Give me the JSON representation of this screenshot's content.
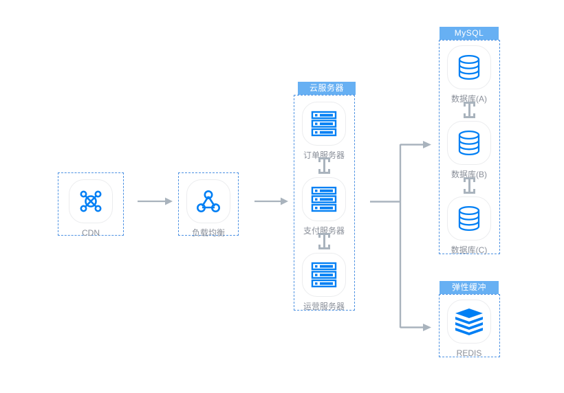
{
  "diagram": {
    "title": "cloud-architecture-diagram",
    "colors": {
      "icon_blue": "#007FF4",
      "header_blue": "#67b0f3",
      "dashed_blue": "#4a90e2",
      "arrow_gray": "#a9b3bd",
      "label_gray": "#8a8f99",
      "tile_border": "#ebecee"
    }
  },
  "nodes": {
    "cdn": {
      "label": "CDN",
      "icon": "cdn-network-icon"
    },
    "load_balancer": {
      "label": "负载均衡",
      "icon": "load-balancer-icon"
    }
  },
  "groups": {
    "cloud_server": {
      "header": "云服务器",
      "items": [
        {
          "label": "订单服务器",
          "icon": "server-icon"
        },
        {
          "label": "支付服务器",
          "icon": "server-icon"
        },
        {
          "label": "运营服务器",
          "icon": "server-icon"
        }
      ]
    },
    "mysql": {
      "header": "MySQL",
      "items": [
        {
          "label": "数据库(A)",
          "icon": "database-icon"
        },
        {
          "label": "数据库(B)",
          "icon": "database-icon"
        },
        {
          "label": "数据库(C)",
          "icon": "database-icon"
        }
      ]
    },
    "cache": {
      "header": "弹性缓冲",
      "items": [
        {
          "label": "REDIS",
          "icon": "redis-stack-icon"
        }
      ]
    }
  },
  "connectors": [
    {
      "name": "cdn-to-load-balancer",
      "type": "arrow-right"
    },
    {
      "name": "load-balancer-to-cloud-server",
      "type": "arrow-right"
    },
    {
      "name": "cloud-server-to-branch",
      "type": "branch-arrow-right"
    },
    {
      "name": "order-to-payment",
      "type": "ibeam-vertical"
    },
    {
      "name": "payment-to-operations",
      "type": "ibeam-vertical"
    },
    {
      "name": "database-a-to-b",
      "type": "ibeam-vertical"
    },
    {
      "name": "database-b-to-c",
      "type": "ibeam-vertical"
    }
  ]
}
